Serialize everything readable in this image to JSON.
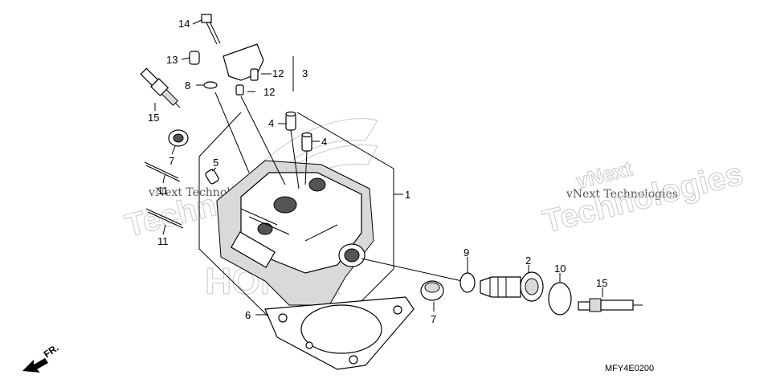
{
  "callouts": {
    "c14": "14",
    "c13": "13",
    "c8": "8",
    "c12a": "12",
    "c12b": "12",
    "c3": "3",
    "c15a": "15",
    "c4a": "4",
    "c4b": "4",
    "c7a": "7",
    "c5": "5",
    "c1": "1",
    "c11a": "11",
    "c11b": "11",
    "c9": "9",
    "c2": "2",
    "c10": "10",
    "c15b": "15",
    "c6": "6",
    "c7b": "7"
  },
  "watermarks": {
    "left_line1": "vNext Technologies",
    "left_outline": "Technologies",
    "right_outline_top": "vNext",
    "right_line1": "vNext Technologies",
    "right_outline": "Technologies",
    "brand_outline": "HONDA"
  },
  "diagram_code": "MFY4E0200",
  "front_marker": "FR."
}
